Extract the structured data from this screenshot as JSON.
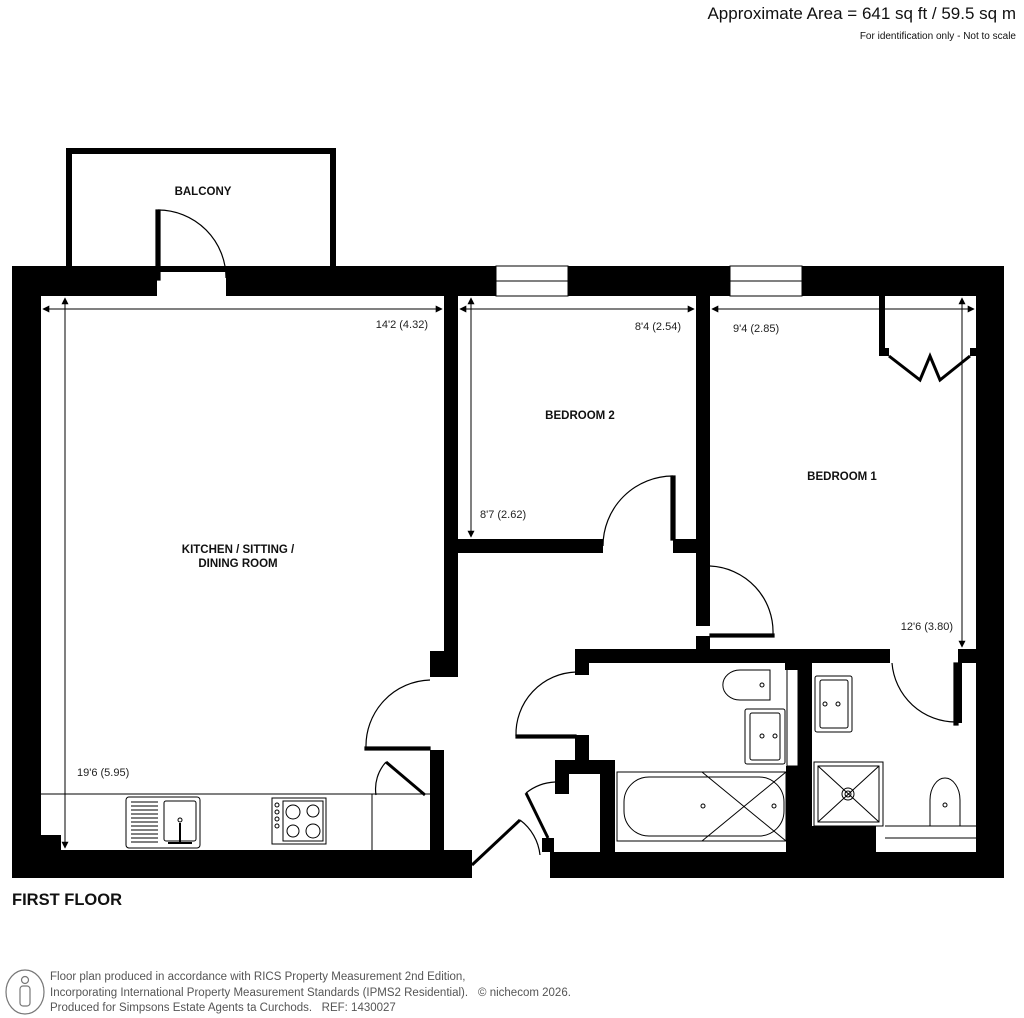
{
  "header": {
    "area_title": "Approximate Area = 641 sq ft / 59.5 sq m",
    "area_subtitle": "For identification only - Not to scale"
  },
  "colors": {
    "wall": "#000000",
    "line": "#000000",
    "background": "#ffffff",
    "footer_text": "#555555"
  },
  "rooms": {
    "balcony": "BALCONY",
    "kitchen_line1": "KITCHEN / SITTING /",
    "kitchen_line2": "DINING ROOM",
    "bedroom2": "BEDROOM 2",
    "bedroom1": "BEDROOM 1"
  },
  "dimensions": {
    "kitchen_width": "14'2 (4.32)",
    "kitchen_length": "19'6 (5.95)",
    "bedroom2_width": "8'4 (2.54)",
    "bedroom2_length": "8'7 (2.62)",
    "bedroom1_width": "9'4 (2.85)",
    "bedroom1_length": "12'6 (3.80)"
  },
  "floor_label": "FIRST FLOOR",
  "footer": {
    "icon": "person-info-icon",
    "line1": "Floor plan produced in accordance with RICS Property Measurement 2nd Edition,",
    "line2": "Incorporating International Property Measurement Standards (IPMS2 Residential).",
    "brand": "© nichecom 2026.",
    "line3": "Produced for Simpsons Estate Agents ta Curchods.   REF: 1430027"
  }
}
